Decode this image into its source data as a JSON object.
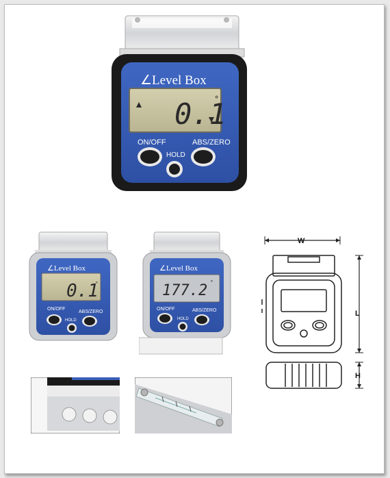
{
  "product": {
    "brand": "∠Level Box",
    "main_reading": "0.1",
    "degree_symbol": "°",
    "buttons": {
      "on_off": "ON/OFF",
      "hold": "HOLD",
      "abs_zero": "ABS/ZERO"
    }
  },
  "variant_left": {
    "brand": "∠Level Box",
    "reading": "0.1",
    "degree_symbol": "°",
    "buttons": {
      "on_off": "ON/OFF",
      "hold": "HOLD",
      "abs_zero": "ABS/ZERO"
    }
  },
  "variant_right": {
    "brand": "∠Level Box",
    "reading": "177.2",
    "degree_symbol": "°",
    "buttons": {
      "on_off": "ON/OFF",
      "hold": "HOLD",
      "abs_zero": "ABS/ZERO"
    }
  },
  "dimensions": {
    "width_label": "W",
    "length_label": "L",
    "height_label": "H"
  },
  "colors": {
    "body_blue": "#3a5fb8",
    "lcd": "#c9c4a3",
    "button_dark": "#1d1d1d",
    "silver": "#d9dadc"
  }
}
